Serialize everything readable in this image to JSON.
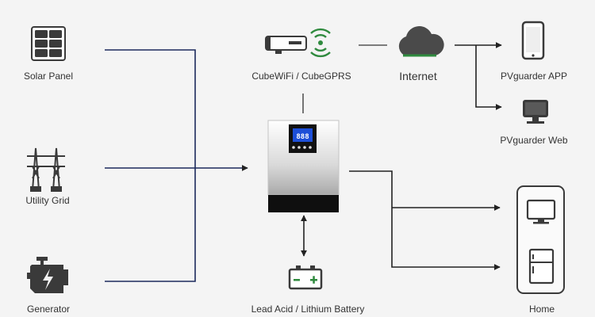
{
  "sources": {
    "solar_panel": "Solar Panel",
    "utility_grid": "Utility Grid",
    "generator": "Generator"
  },
  "comms": {
    "module": "CubeWiFi / CubeGPRS",
    "internet": "Internet",
    "app": "PVguarder APP",
    "web": "PVguarder Web"
  },
  "storage": {
    "battery": "Lead Acid / Lithium Battery"
  },
  "loads": {
    "home": "Home"
  },
  "colors": {
    "source_line": "#1c2a5c",
    "line": "#222222",
    "comm_line": "#555555",
    "icon": "#3a3a3a",
    "wifi": "#2f8a3e",
    "screen": "#1d4fd8",
    "battery_accent": "#2f8a3e"
  }
}
